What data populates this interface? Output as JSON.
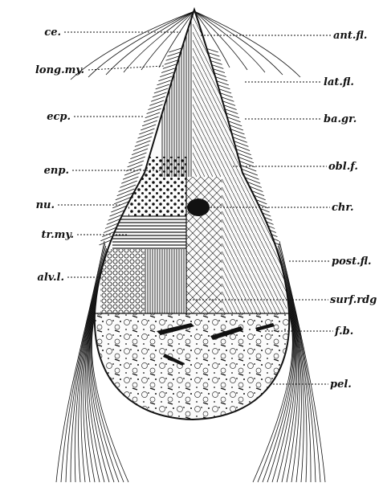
{
  "figure": {
    "labels_left": [
      "ce.",
      "long.my.",
      "ecp.",
      "enp.",
      "nu.",
      "tr.my.",
      "alv.l."
    ],
    "labels_right": [
      "ant.fl.",
      "lat.fl.",
      "ba.gr.",
      "obl.f.",
      "chr.",
      "post.fl.",
      "surf.rdg",
      "f.b.",
      "pel."
    ]
  }
}
